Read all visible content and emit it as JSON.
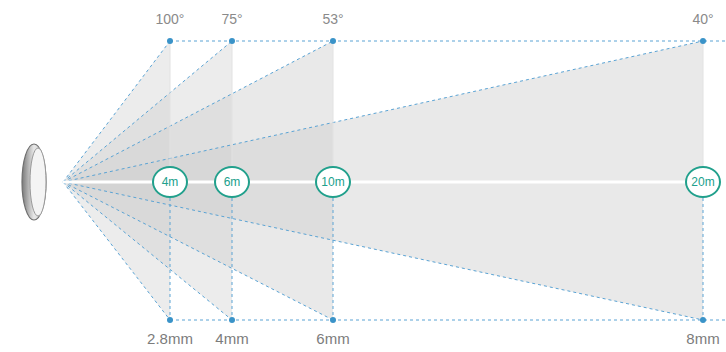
{
  "diagram": {
    "nodes": [
      {
        "text": [
          "4m"
        ]
      },
      {
        "text": [
          "6m"
        ]
      },
      {
        "text": [
          "10m"
        ]
      },
      {
        "text": [
          "20m"
        ]
      }
    ],
    "edges": [
      {
        "from": 0,
        "to": 1,
        "arrow": "none"
      },
      {
        "from": 1,
        "to": 2,
        "arrow": "none"
      },
      {
        "from": 2,
        "to": 3,
        "arrow": "none"
      }
    ],
    "labels": [
      "100°",
      "75°",
      "53°",
      "40°",
      "2.8mm",
      "4mm",
      "6mm",
      "8mm"
    ]
  }
}
